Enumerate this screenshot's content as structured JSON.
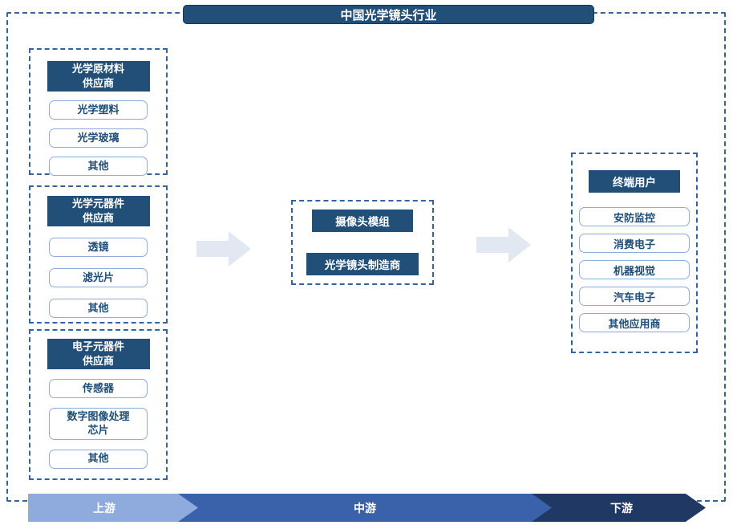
{
  "title": "中国光学镜头行业",
  "upstream": {
    "groups": [
      {
        "header": "光学原材料\n供应商",
        "items": [
          "光学塑料",
          "光学玻璃",
          "其他"
        ]
      },
      {
        "header": "光学元器件\n供应商",
        "items": [
          "透镜",
          "滤光片",
          "其他"
        ]
      },
      {
        "header": "电子元器件\n供应商",
        "items": [
          "传感器",
          "数字图像处理\n芯片",
          "其他"
        ]
      }
    ]
  },
  "midstream": {
    "boxes": [
      "摄像头模组",
      "光学镜头制造商"
    ]
  },
  "downstream": {
    "header": "终端用户",
    "items": [
      "安防监控",
      "消费电子",
      "机器视觉",
      "汽车电子",
      "其他应用商"
    ]
  },
  "stages": [
    {
      "label": "上游",
      "color": "#8FAADC"
    },
    {
      "label": "中游",
      "color": "#3A62AB"
    },
    {
      "label": "下游",
      "color": "#1F3864"
    }
  ],
  "colors": {
    "dark_blue": "#224F78",
    "dashed_border": "#35639f",
    "item_border": "#8FAADC",
    "item_text": "#1F4E79",
    "flow_arrow": "#E2E8F1"
  }
}
